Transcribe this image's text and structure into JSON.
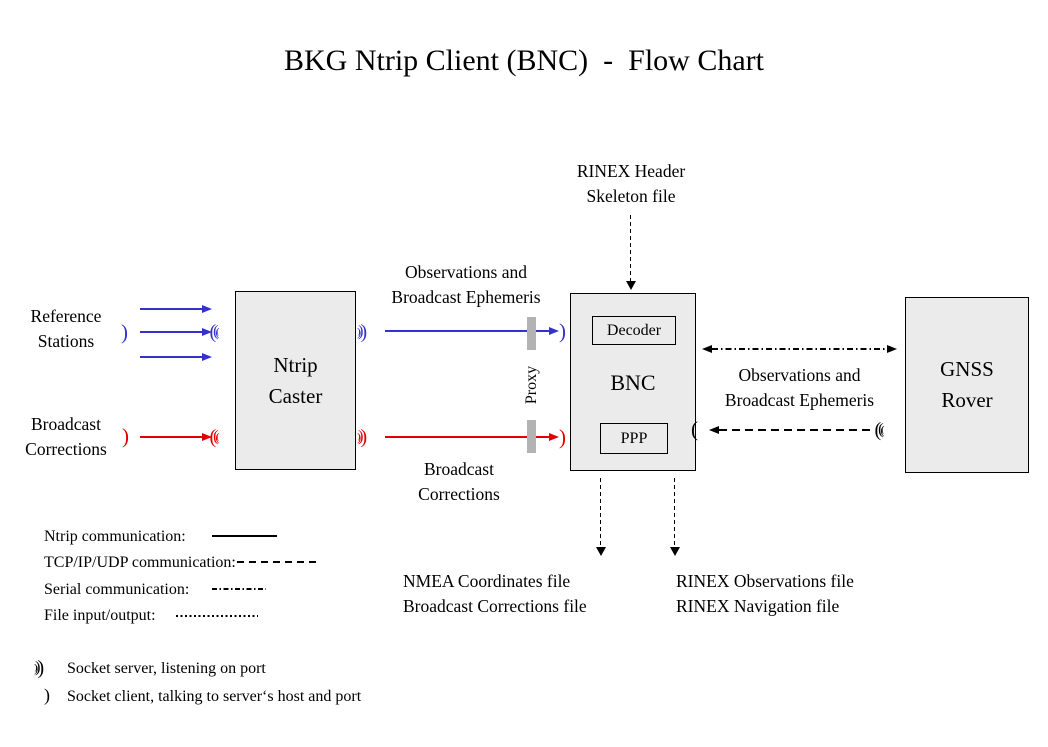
{
  "title": "BKG Ntrip Client (BNC)  -  Flow Chart",
  "nodes": {
    "ntrip_caster": {
      "line1": "Ntrip",
      "line2": "Caster"
    },
    "bnc": {
      "label": "BNC",
      "decoder": "Decoder",
      "ppp": "PPP"
    },
    "gnss_rover": {
      "line1": "GNSS",
      "line2": "Rover"
    }
  },
  "labels": {
    "reference_stations": {
      "line1": "Reference",
      "line2": "Stations"
    },
    "broadcast_corrections_left": {
      "line1": "Broadcast",
      "line2": "Corrections"
    },
    "obs_ephemeris_mid": {
      "line1": "Observations and",
      "line2": "Broadcast Ephemeris"
    },
    "broadcast_corrections_mid": {
      "line1": "Broadcast",
      "line2": "Corrections"
    },
    "proxy": "Proxy",
    "rinex_header": {
      "line1": "RINEX Header",
      "line2": "Skeleton file"
    },
    "obs_ephemeris_right": {
      "line1": "Observations and",
      "line2": "Broadcast Ephemeris"
    },
    "nmea_files": {
      "line1": "NMEA Coordinates file",
      "line2": "Broadcast Corrections file"
    },
    "rinex_files": {
      "line1": "RINEX Observations file",
      "line2": "RINEX Navigation file"
    }
  },
  "legend": {
    "items": [
      {
        "label": "Ntrip communication:",
        "style": "solid"
      },
      {
        "label": "TCP/IP/UDP communication:",
        "style": "dashed"
      },
      {
        "label": "Serial communication:",
        "style": "dashdot"
      },
      {
        "label": "File input/output:",
        "style": "dotted"
      }
    ],
    "socket_server": "Socket server, listening on port",
    "socket_client": "Socket client, talking to server‘s host and port"
  },
  "glyphs": {
    "paren_close": ")",
    "paren_open": "("
  },
  "colors": {
    "ntrip_blue": "#3333cc",
    "corrections_red": "#e00000",
    "box_fill": "#ebebeb",
    "proxy_bar": "#b3b3b3"
  }
}
